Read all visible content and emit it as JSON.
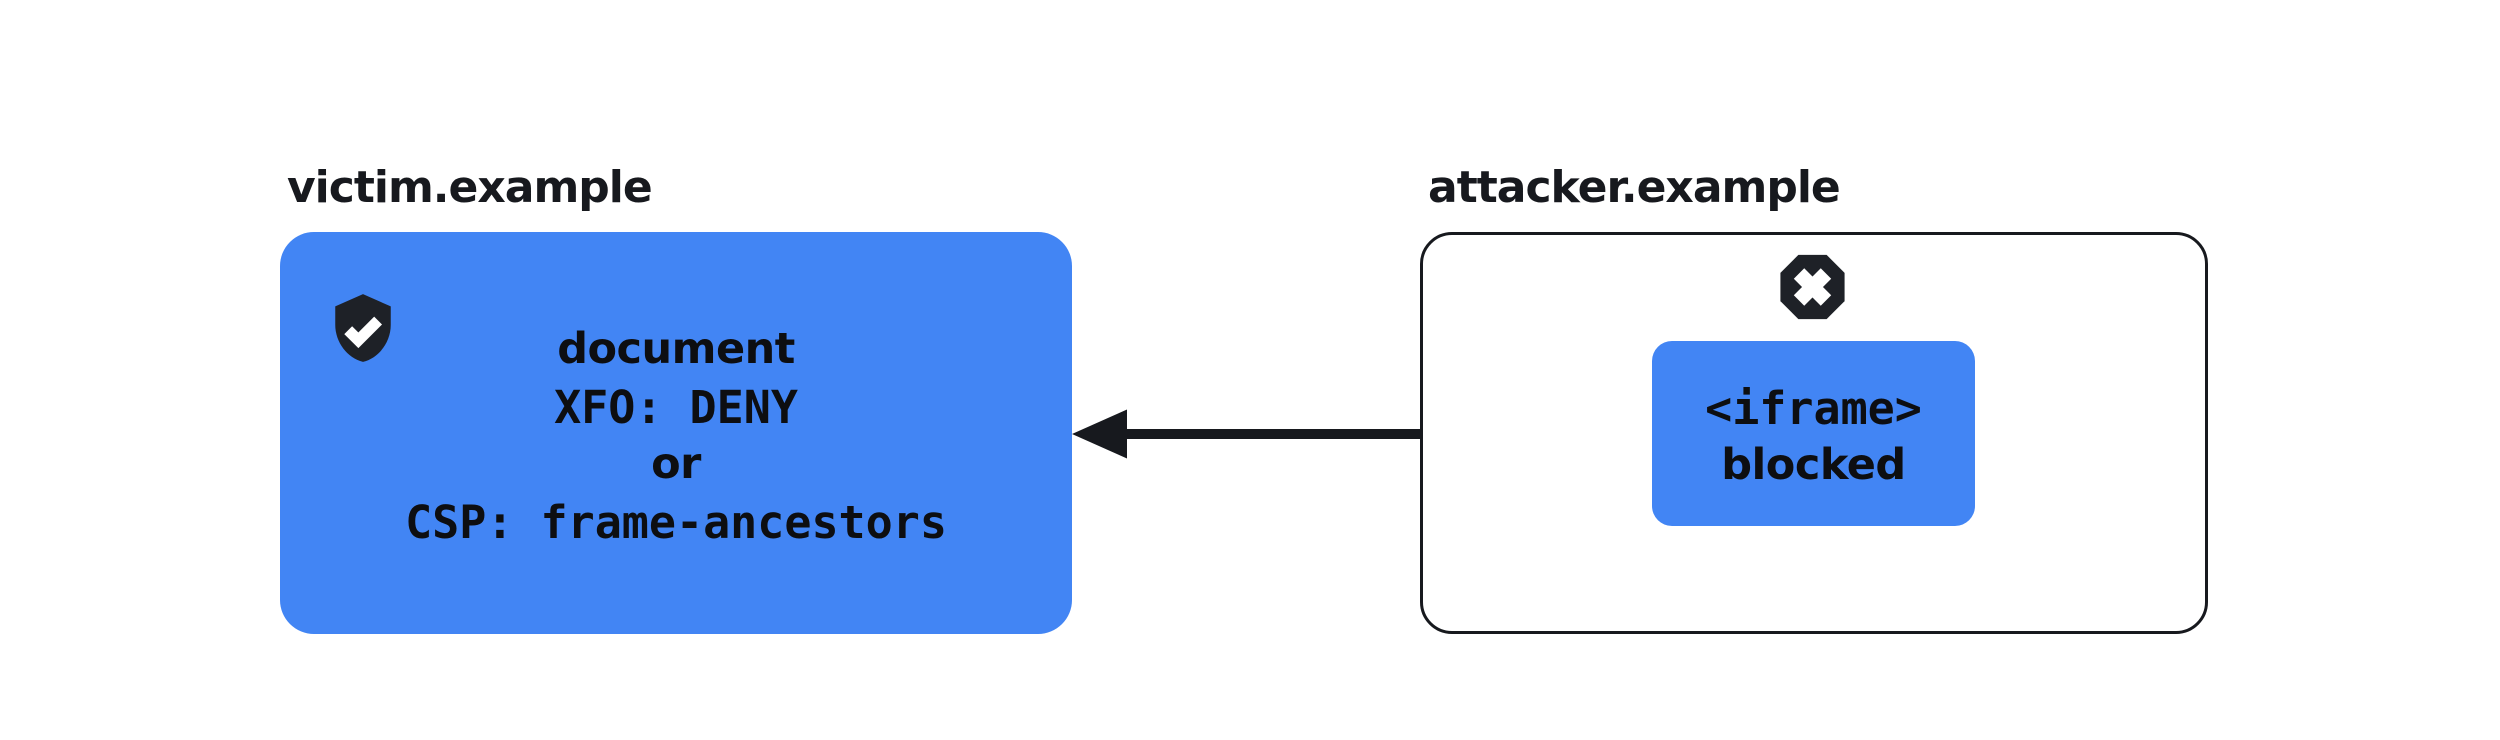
{
  "colors": {
    "accent_blue": "#4285F4",
    "ink": "#17191E",
    "icon_ink": "#1E2127",
    "check_white": "#FFFFFF"
  },
  "victim": {
    "label": "victim.example",
    "icon": "shield-check-icon",
    "box_lines": [
      {
        "text": "document"
      },
      {
        "text": "XFO: DENY"
      },
      {
        "text": "or"
      },
      {
        "text": "CSP: frame-ancestors"
      }
    ]
  },
  "attacker": {
    "label": "attacker.example",
    "icon": "blocked-octagon-icon",
    "iframe_box_lines": [
      {
        "text": "<iframe>"
      },
      {
        "text": "blocked"
      }
    ]
  }
}
